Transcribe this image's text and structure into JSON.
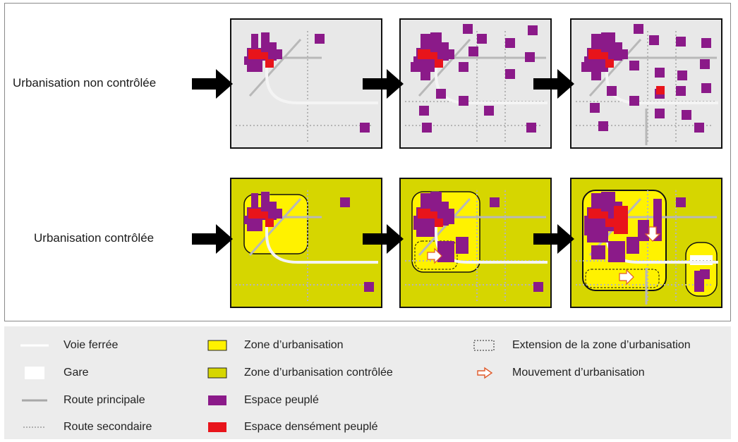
{
  "rows": {
    "uncontrolled_label": "Urbanisation non contrôlée",
    "controlled_label": "Urbanisation contrôlée"
  },
  "colors": {
    "panel_grey": "#e8e8e8",
    "panel_yellow": "#d6d600",
    "zone_yellow": "#fff200",
    "purple": "#8b1a89",
    "red": "#e8141b",
    "main_road": "#b8b8b8",
    "rail": "#f4f4f4"
  },
  "legend": {
    "col1": [
      {
        "label": "Voie ferrée",
        "icon": "rail-line-icon"
      },
      {
        "label": "Gare",
        "icon": "station-icon"
      },
      {
        "label": "Route principale",
        "icon": "main-road-icon"
      },
      {
        "label": "Route secondaire",
        "icon": "secondary-road-icon"
      }
    ],
    "col2": [
      {
        "label": "Zone d’urbanisation",
        "icon": "urbanisation-zone-icon"
      },
      {
        "label": "Zone d’urbanisation contrôlée",
        "icon": "controlled-zone-icon"
      },
      {
        "label": "Espace peuplé",
        "icon": "populated-space-icon"
      },
      {
        "label": "Espace densément peuplé",
        "icon": "dense-space-icon"
      }
    ],
    "col3": [
      {
        "label": "Extension de la zone d’urbanisation",
        "icon": "zone-extension-icon"
      },
      {
        "label": "Mouvement d’urbanisation",
        "icon": "urbanisation-movement-icon"
      }
    ]
  }
}
